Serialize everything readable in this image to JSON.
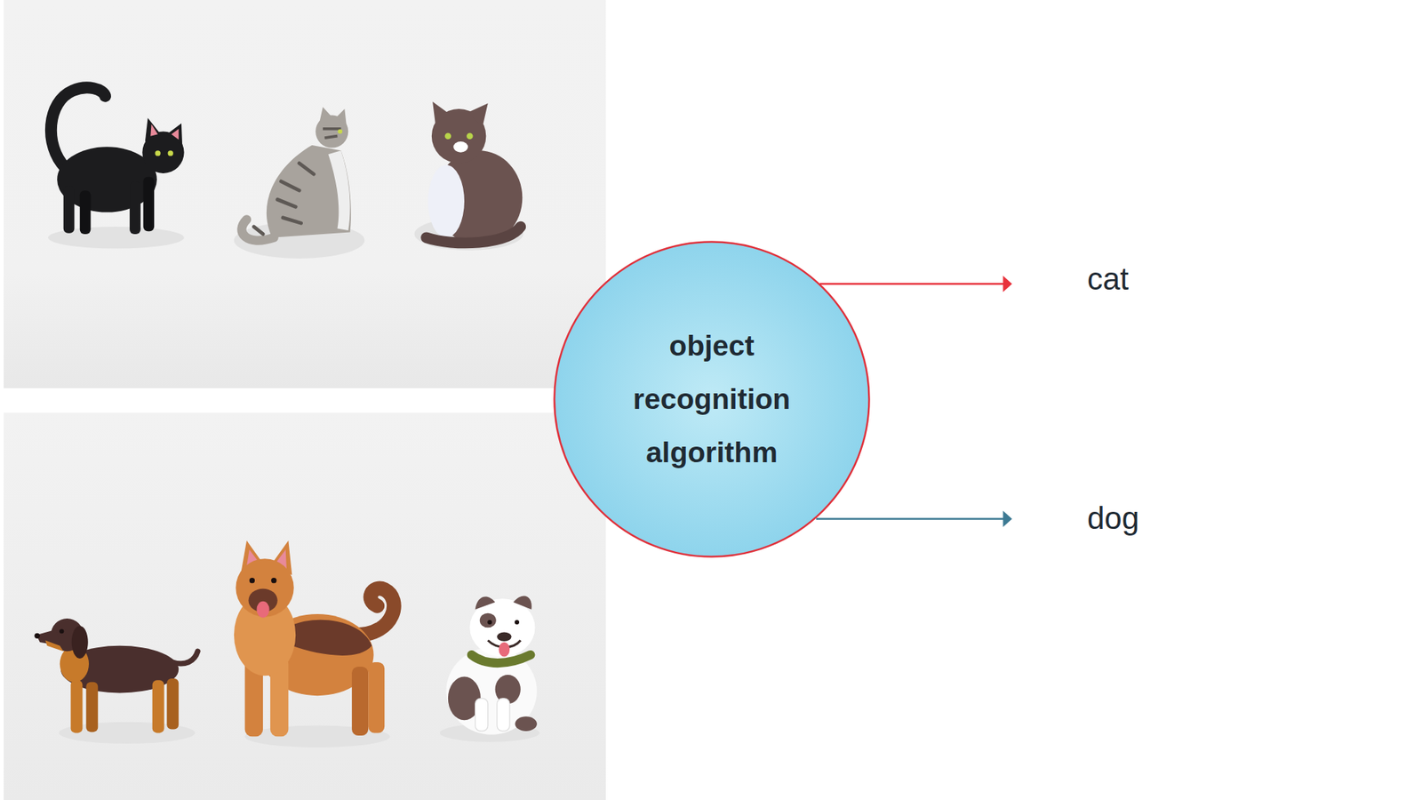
{
  "diagram": {
    "nodes": [
      {
        "text": [
          "object recognition algorithm"
        ]
      }
    ],
    "labels": [
      "cat",
      "dog"
    ]
  }
}
